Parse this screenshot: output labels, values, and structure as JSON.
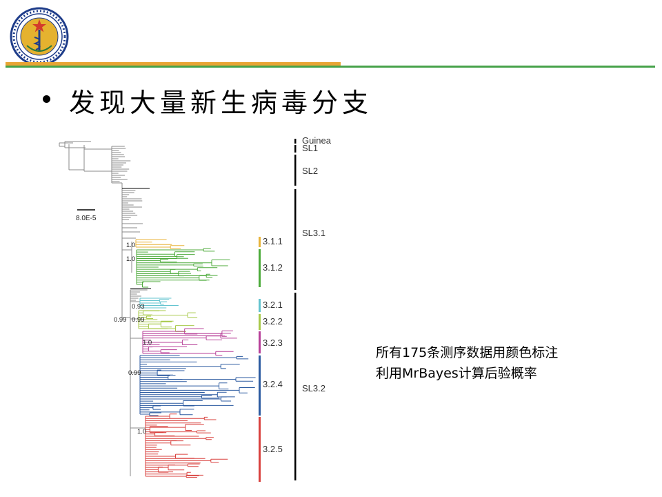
{
  "slide": {
    "title": "发现大量新生病毒分支",
    "notes": [
      "所有175条测序数据用颜色标注",
      "利用MrBayes计算后验概率"
    ]
  },
  "tree": {
    "scale_label": "8.0E-5",
    "clade_labels": [
      "Guinea",
      "SL1",
      "SL2",
      "SL3.1",
      "SL3.2"
    ],
    "subclades": [
      {
        "label": "3.1.1",
        "color": "#e8b33a"
      },
      {
        "label": "3.1.2",
        "color": "#4caa3a"
      },
      {
        "label": "3.2.1",
        "color": "#62c3cf"
      },
      {
        "label": "3.2.2",
        "color": "#a8c94a"
      },
      {
        "label": "3.2.3",
        "color": "#b73f98"
      },
      {
        "label": "3.2.4",
        "color": "#2b5aa0"
      },
      {
        "label": "3.2.5",
        "color": "#d9413e"
      }
    ],
    "posteriors": [
      "1.0",
      "1.0",
      "0.93",
      "0.99",
      "0.99",
      "1.0",
      "0.99",
      "1.0"
    ],
    "gray_color": "#888888"
  }
}
